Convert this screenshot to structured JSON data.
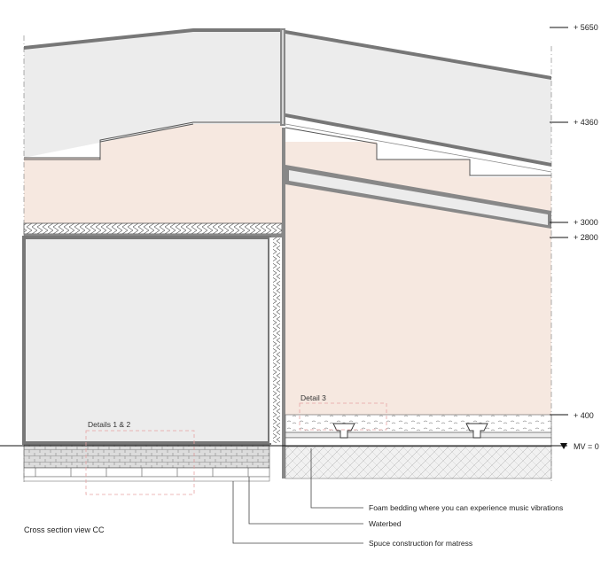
{
  "levels": {
    "l5650": "+ 5650",
    "l4360": "+ 4360",
    "l3000": "+ 3000",
    "l2800": "+ 2800",
    "l400": "+ 400",
    "mv": "MV = 0"
  },
  "details": {
    "d12": "Details 1 & 2",
    "d3": "Detail 3"
  },
  "annotations": {
    "foam": "Foam bedding where you can experience music vibrations",
    "waterbed": "Waterbed",
    "spruce": "Spuce construction for matress"
  },
  "caption": "Cross section view  CC",
  "colors": {
    "floor_fill": "#f6e8e0",
    "roof_fill": "#ececec",
    "line": "#555555"
  }
}
